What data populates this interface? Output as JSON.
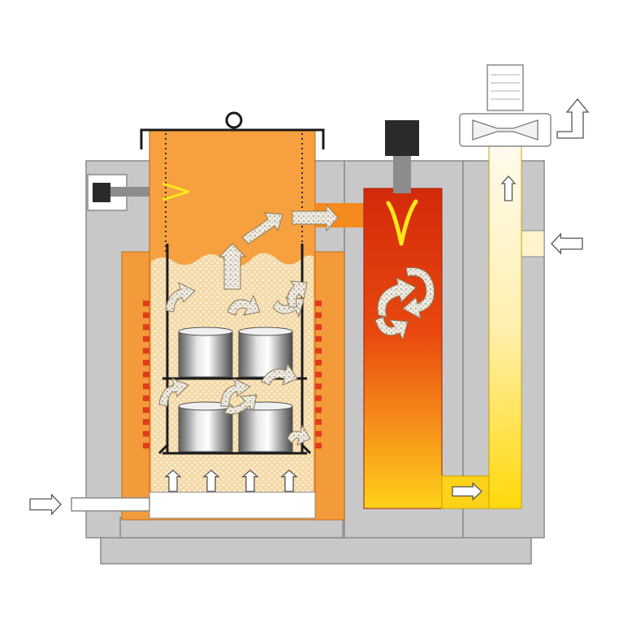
{
  "diagram": {
    "components": [
      "base-plinth",
      "outer-casing",
      "induction-heater",
      "heating-coil",
      "retort-chamber",
      "retort-lid",
      "lifting-ring",
      "fluidized-sand-bed",
      "workpiece-basket",
      "cylindrical-workpieces",
      "gas-inlet-pipe",
      "pilot-burner",
      "afterburner-chamber",
      "afterburner-burner",
      "cooling-duct",
      "exhaust-fan",
      "fresh-air-inlet"
    ],
    "icons": [
      "arrow-right-icon",
      "arrow-up-icon",
      "flame-icon",
      "swirl-arrow-icon",
      "fan-icon"
    ],
    "colors": {
      "casing": "#c8c8c8",
      "casing_stroke": "#8a8a8a",
      "heater": "#f39a3b",
      "retort": "#f6a040",
      "sand": "#f4d9a8",
      "coil": "#e23a1c",
      "afterburner_top": "#d42a0c",
      "afterburner_bottom": "#ffd21a",
      "duct_top": "#fff7e0",
      "duct_bottom": "#ffd90a",
      "flame": "#ffe81a",
      "arrow_fill": "#ffffff",
      "smoke_fill": "#e8e2d2"
    }
  }
}
